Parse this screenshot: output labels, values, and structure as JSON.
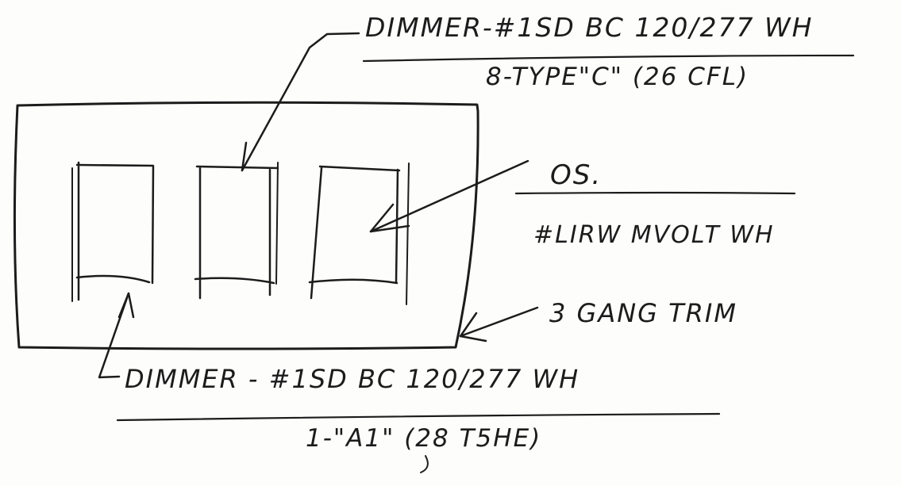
{
  "callouts": {
    "top_dimmer": {
      "line1": "DIMMER-#1SD BC 120/277 WH",
      "line2": "8-TYPE\"C\" (26 CFL)"
    },
    "occupancy_sensor": {
      "line1": "OS.",
      "line2": "#LIRW MVOLT WH"
    },
    "trim": {
      "line1": "3 GANG TRIM"
    },
    "bottom_dimmer": {
      "line1": "DIMMER - #1SD BC 120/277 WH",
      "line2": "1-\"A1\" (28 T5HE)"
    }
  }
}
